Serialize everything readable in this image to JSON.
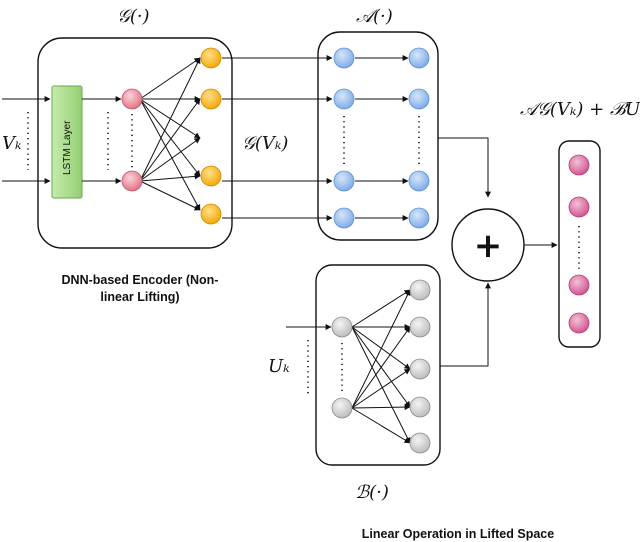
{
  "labels": {
    "g_label": "𝒢(·)",
    "a_label": "𝒜(·)",
    "b_label": "ℬ(·)",
    "gv_label": "𝒢(Vₖ)",
    "sum_label": "𝒜𝒢(Vₖ) + ℬUₖ",
    "vk_label": "Vₖ",
    "uk_label": "Uₖ",
    "lstm_label": "LSTM Layer",
    "plus_label": "+"
  },
  "captions": {
    "encoder_line1": "DNN-based Encoder (Non-",
    "encoder_line2": "linear Lifting)",
    "linear_op": "Linear Operation in Lifted Space"
  },
  "colors": {
    "lstm_fill": "#a8d98a",
    "red_node": "#e88a98",
    "orange_node": "#f7b500",
    "blue_node": "#8fb8ec",
    "gray_node": "#cfcfcf",
    "pink_node": "#d9669c"
  }
}
